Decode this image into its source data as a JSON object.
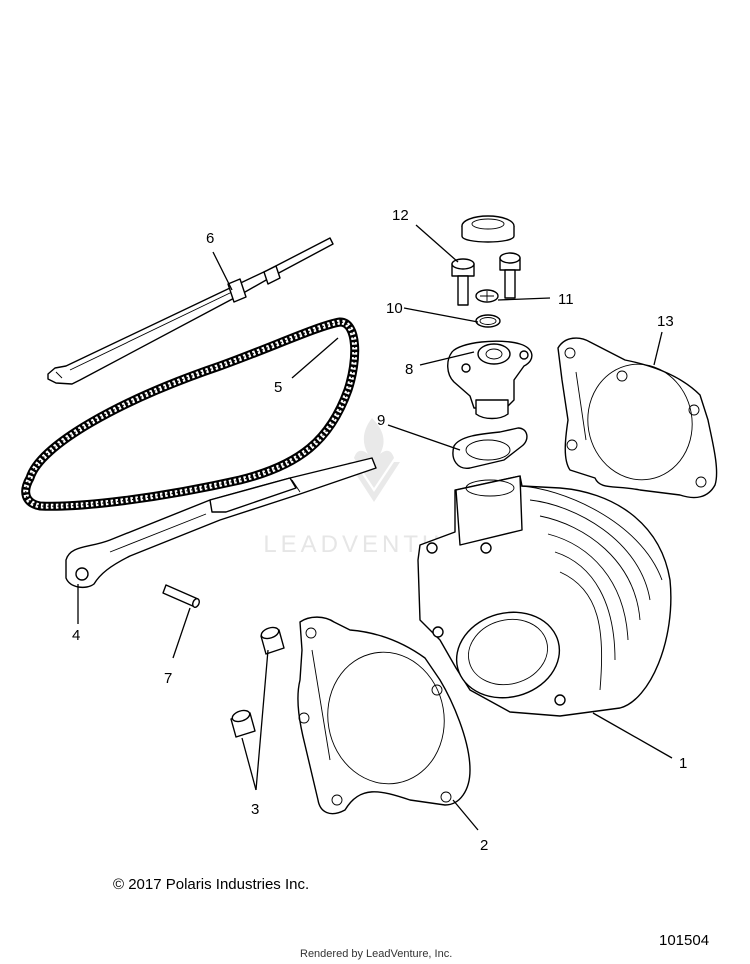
{
  "copyright": "© 2017 Polaris Industries Inc.",
  "document_number": "101504",
  "rendered_by": "Rendered by LeadVenture, Inc.",
  "watermark": "LEADVENTURE",
  "callouts": [
    "1",
    "2",
    "3",
    "4",
    "5",
    "6",
    "7",
    "8",
    "9",
    "10",
    "11",
    "12",
    "13"
  ]
}
